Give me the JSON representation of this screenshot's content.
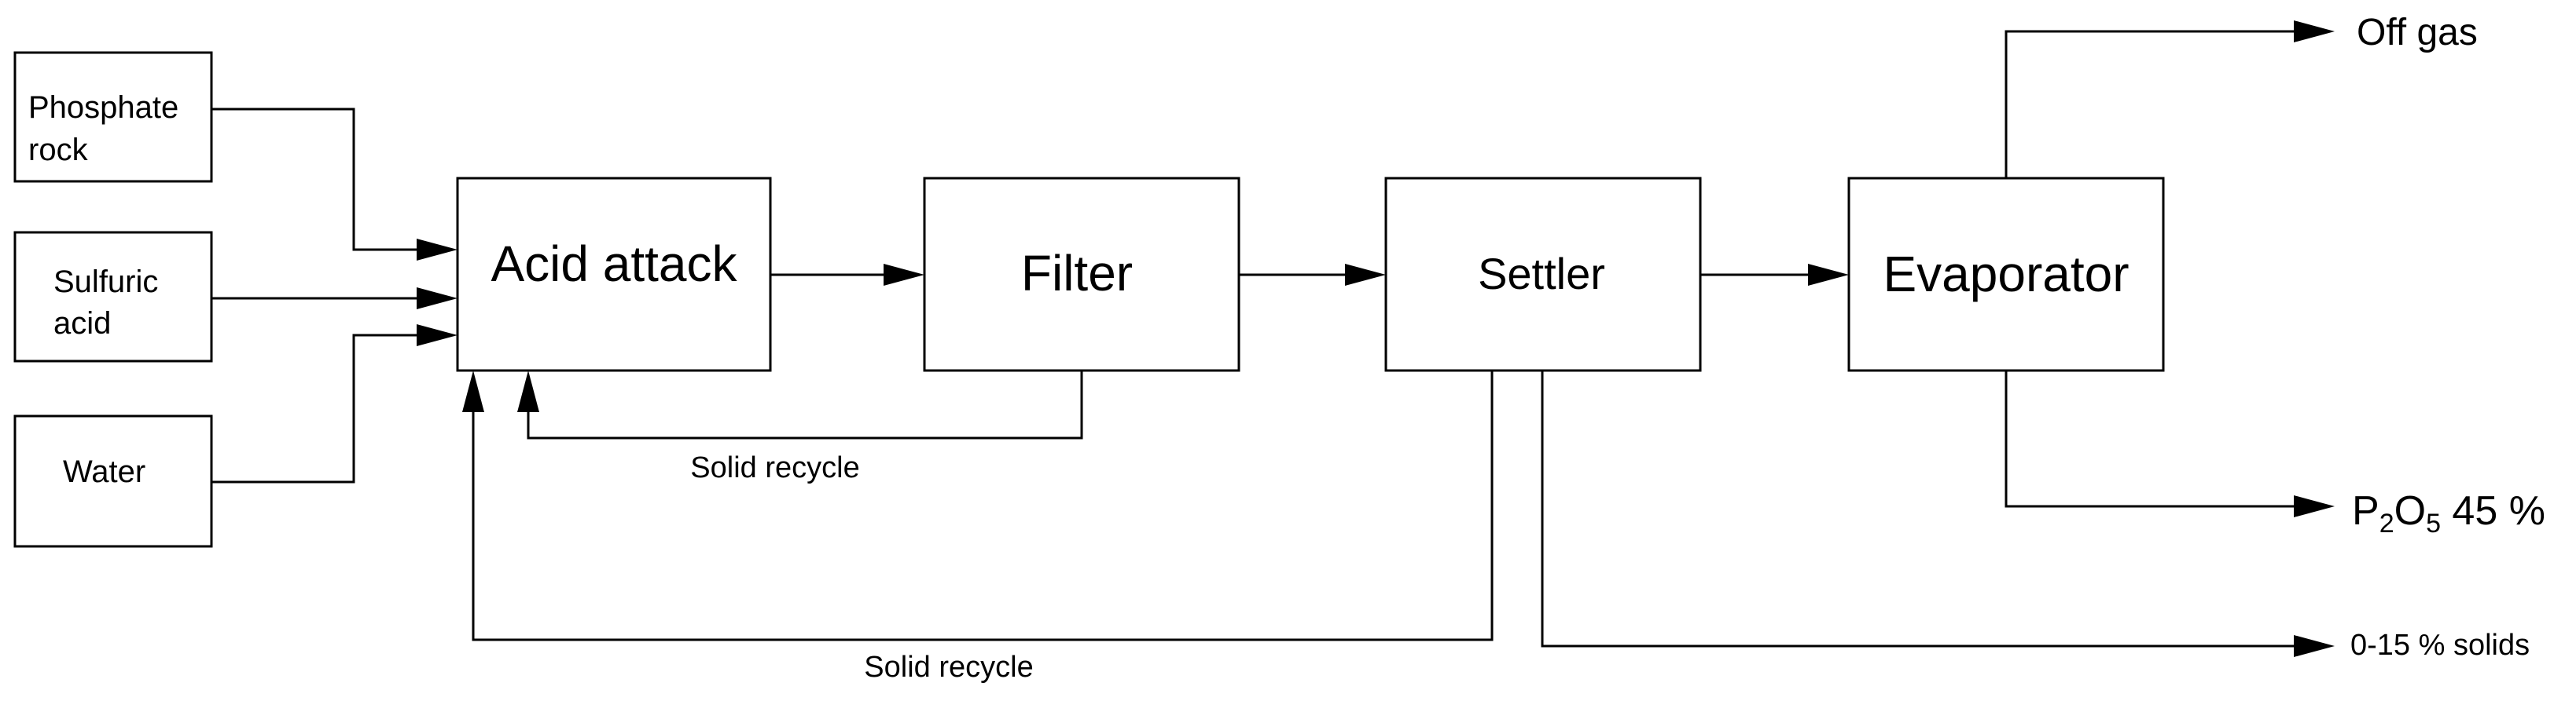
{
  "inputs": {
    "phosphate_rock": {
      "line1": "Phosphate",
      "line2": "rock"
    },
    "sulfuric_acid": {
      "line1": "Sulfuric",
      "line2": "acid"
    },
    "water": {
      "label": "Water"
    }
  },
  "units": {
    "acid_attack": "Acid attack",
    "filter": "Filter",
    "settler": "Settler",
    "evaporator": "Evaporator"
  },
  "outputs": {
    "off_gas": "Off gas",
    "product": {
      "p": "P",
      "sub1": "2",
      "o": "O",
      "sub2": "5",
      "rest": " 45 %"
    },
    "solids": "0-15 % solids"
  },
  "edges": {
    "filter_recycle": "Solid recycle",
    "settler_recycle": "Solid recycle"
  },
  "colors": {
    "stroke": "#000000",
    "background": "#ffffff"
  }
}
